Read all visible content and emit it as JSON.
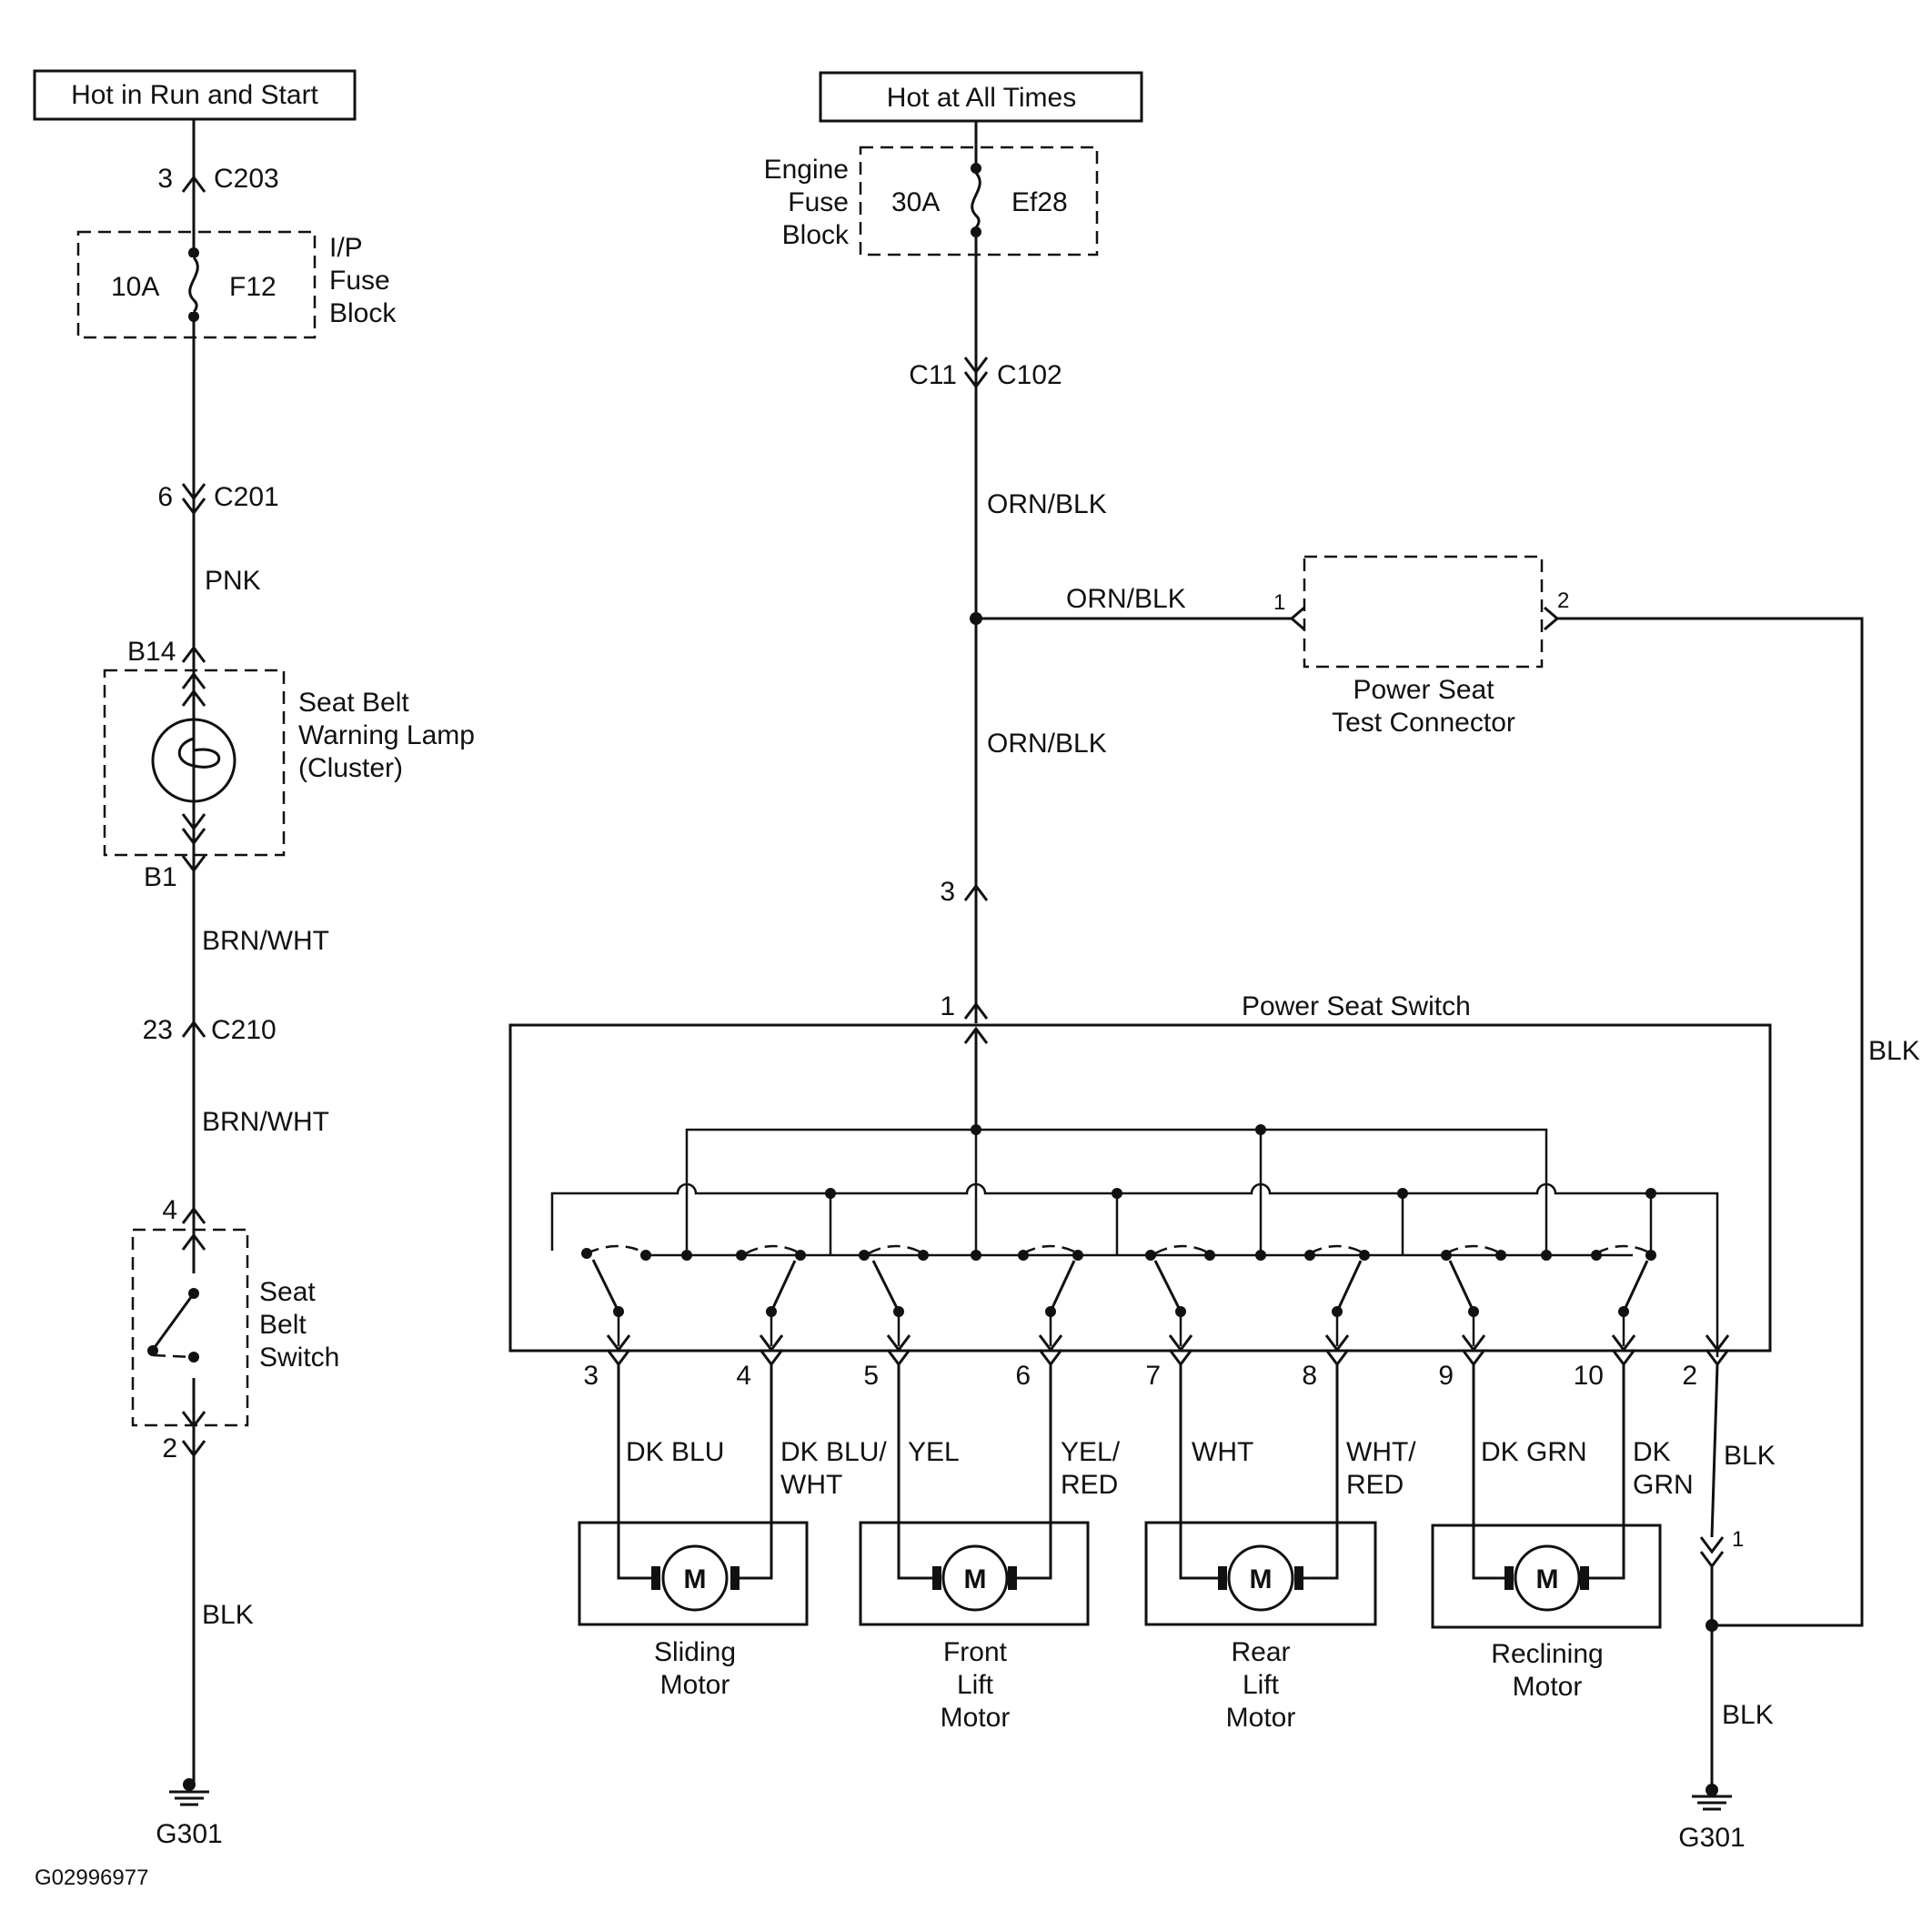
{
  "labels": {
    "hot_run_start": "Hot in Run and Start",
    "hot_all_times": "Hot at All Times",
    "ip_fuse_block": [
      "I/P",
      "Fuse",
      "Block"
    ],
    "ip_fuse_rating": "10A",
    "ip_fuse_id": "F12",
    "engine_fuse_block": [
      "Engine",
      "Fuse",
      "Block"
    ],
    "engine_fuse_rating": "30A",
    "engine_fuse_id": "Ef28",
    "seat_belt_lamp": [
      "Seat Belt",
      "Warning Lamp",
      "(Cluster)"
    ],
    "seat_belt_switch": [
      "Seat",
      "Belt",
      "Switch"
    ],
    "power_seat_test": [
      "Power Seat",
      "Test Connector"
    ],
    "power_seat_switch": "Power Seat Switch",
    "ground_left": "G301",
    "ground_right": "G301",
    "figure_id": "G02996977",
    "motor_symbol": "M"
  },
  "connectors": {
    "c203_pin": "3",
    "c203": "C203",
    "c201_pin": "6",
    "c201": "C201",
    "b14": "B14",
    "b1": "B1",
    "c210_pin": "23",
    "c210": "C210",
    "sbs_pin_top": "4",
    "sbs_pin_bottom": "2",
    "c11": "C11",
    "c102": "C102",
    "test_pin1": "1",
    "test_pin2": "2",
    "sw_pin3_upper": "3",
    "sw_pin1": "1",
    "motor_pins": [
      "3",
      "4",
      "5",
      "6",
      "7",
      "8",
      "9",
      "10"
    ],
    "sw_pin2": "2",
    "ground_pin1": "1"
  },
  "wires": {
    "pnk": "PNK",
    "brn_wht_1": "BRN/WHT",
    "brn_wht_2": "BRN/WHT",
    "blk_left": "BLK",
    "orn_blk_1": "ORN/BLK",
    "orn_blk_2": "ORN/BLK",
    "orn_blk_3": "ORN/BLK",
    "blk_right_long": "BLK",
    "blk_sw": "BLK",
    "blk_ground": "BLK",
    "motor_wires": [
      [
        "DK BLU"
      ],
      [
        "DK BLU/",
        "WHT"
      ],
      [
        "YEL"
      ],
      [
        "YEL/",
        "RED"
      ],
      [
        "WHT"
      ],
      [
        "WHT/",
        "RED"
      ],
      [
        "DK GRN"
      ],
      [
        "DK",
        "GRN"
      ]
    ]
  },
  "motors": [
    [
      "Sliding",
      "Motor"
    ],
    [
      "Front",
      "Lift",
      "Motor"
    ],
    [
      "Rear",
      "Lift",
      "Motor"
    ],
    [
      "Reclining",
      "Motor"
    ]
  ]
}
